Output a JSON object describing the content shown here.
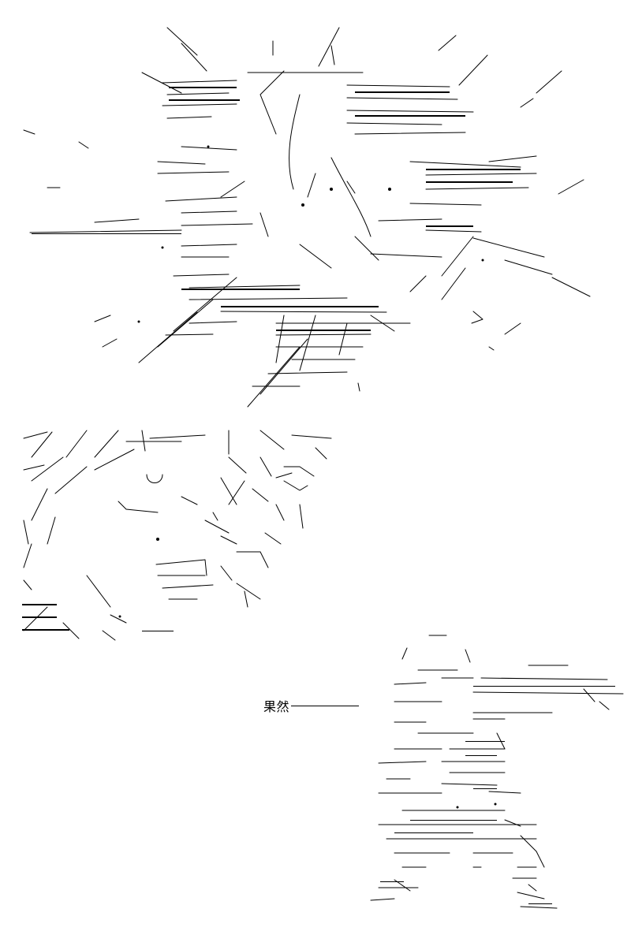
{
  "caption": {
    "text": "果然"
  },
  "panels": [
    {
      "id": "explosion-panel",
      "icon": "explosion-burst-ascii-art"
    },
    {
      "id": "face-panel",
      "icon": "shocked-face-ascii-art"
    },
    {
      "id": "figure-panel",
      "icon": "standing-figure-ascii-art"
    }
  ],
  "colors": {
    "ink": "#000000",
    "paper": "#ffffff"
  }
}
